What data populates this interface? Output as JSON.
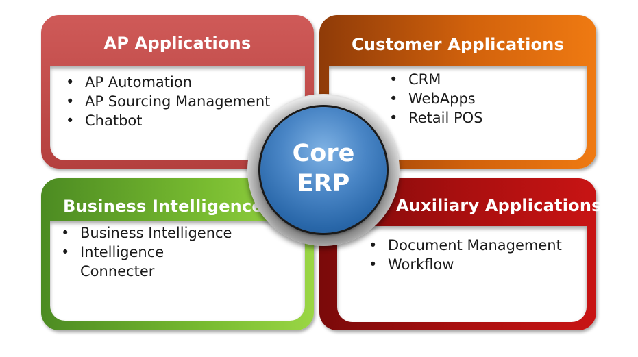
{
  "quadrants": {
    "ap": {
      "title": "AP Applications",
      "items": [
        "AP Automation",
        "AP Sourcing Management",
        "Chatbot"
      ]
    },
    "customer": {
      "title": "Customer Applications",
      "items": [
        "CRM",
        "WebApps",
        "Retail POS"
      ]
    },
    "bi": {
      "title": "Business Intelligence",
      "items": [
        "Business Intelligence",
        "Intelligence Connecter"
      ]
    },
    "aux": {
      "title": "Auxiliary Applications",
      "items": [
        "Document Management",
        "Workflow"
      ]
    }
  },
  "core": {
    "line1": "Core",
    "line2": "ERP"
  },
  "colors": {
    "ap": "#c14d4b",
    "customer": "#e0700f",
    "bi": "#6aab2c",
    "aux": "#a80f0f",
    "core": "#3d7cc0"
  }
}
